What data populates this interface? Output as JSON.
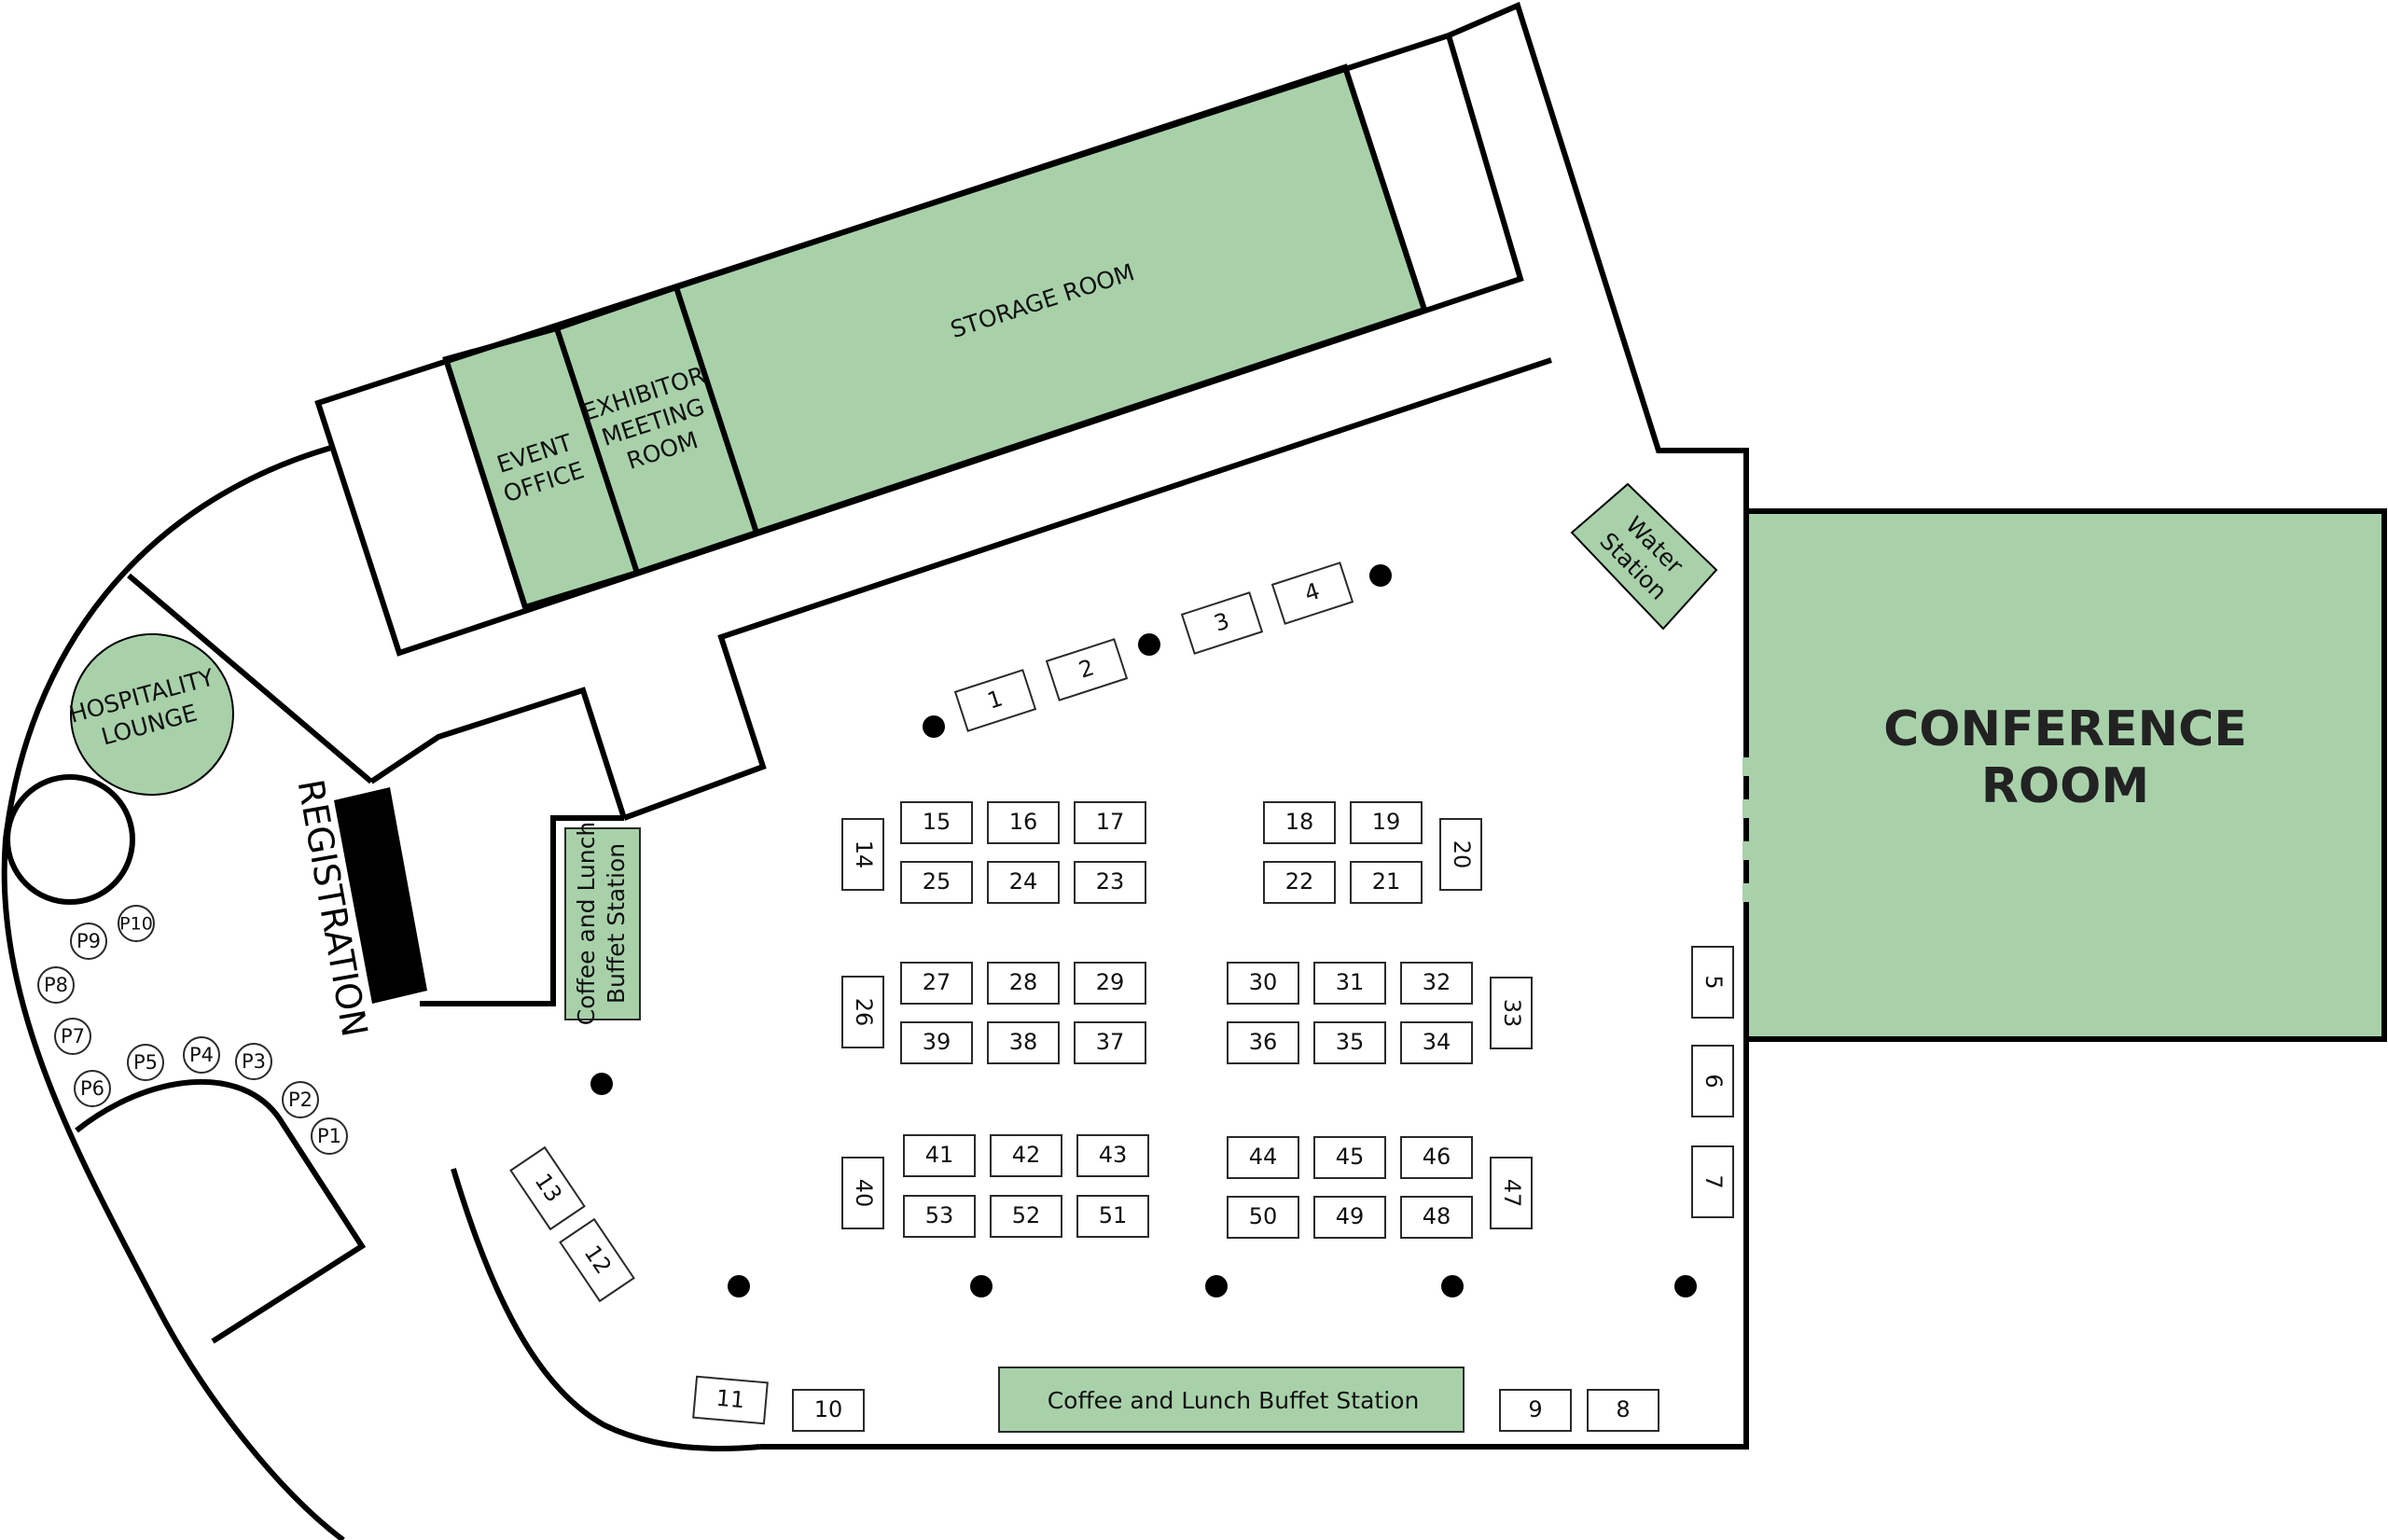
{
  "rooms": {
    "storage": "STORAGE ROOM",
    "event_office": [
      "EVENT",
      "OFFICE"
    ],
    "exhibitor_meeting": [
      "EXHIBITOR",
      "MEETING",
      "ROOM"
    ],
    "hospitality": [
      "HOSPITALITY",
      "LOUNGE"
    ],
    "conference": [
      "CONFERENCE",
      "ROOM"
    ],
    "water_station": [
      "Water",
      "Station"
    ],
    "registration": "REGISTRATION",
    "coffee_side": [
      "Coffee and Lunch",
      "Buffet Station"
    ],
    "coffee_bottom": "Coffee and Lunch Buffet Station"
  },
  "booths": [
    "1",
    "2",
    "3",
    "4",
    "5",
    "6",
    "7",
    "8",
    "9",
    "10",
    "11",
    "12",
    "13",
    "14",
    "15",
    "16",
    "17",
    "18",
    "19",
    "20",
    "21",
    "22",
    "23",
    "24",
    "25",
    "26",
    "27",
    "28",
    "29",
    "30",
    "31",
    "32",
    "33",
    "34",
    "35",
    "36",
    "37",
    "38",
    "39",
    "40",
    "41",
    "42",
    "43",
    "44",
    "45",
    "46",
    "47",
    "48",
    "49",
    "50",
    "51",
    "52",
    "53"
  ],
  "pods": [
    "P1",
    "P2",
    "P3",
    "P4",
    "P5",
    "P6",
    "P7",
    "P8",
    "P9",
    "P10"
  ],
  "colors": {
    "room_fill": "#a8d1aa",
    "wall": "#000000",
    "booth_fill": "#ffffff"
  }
}
